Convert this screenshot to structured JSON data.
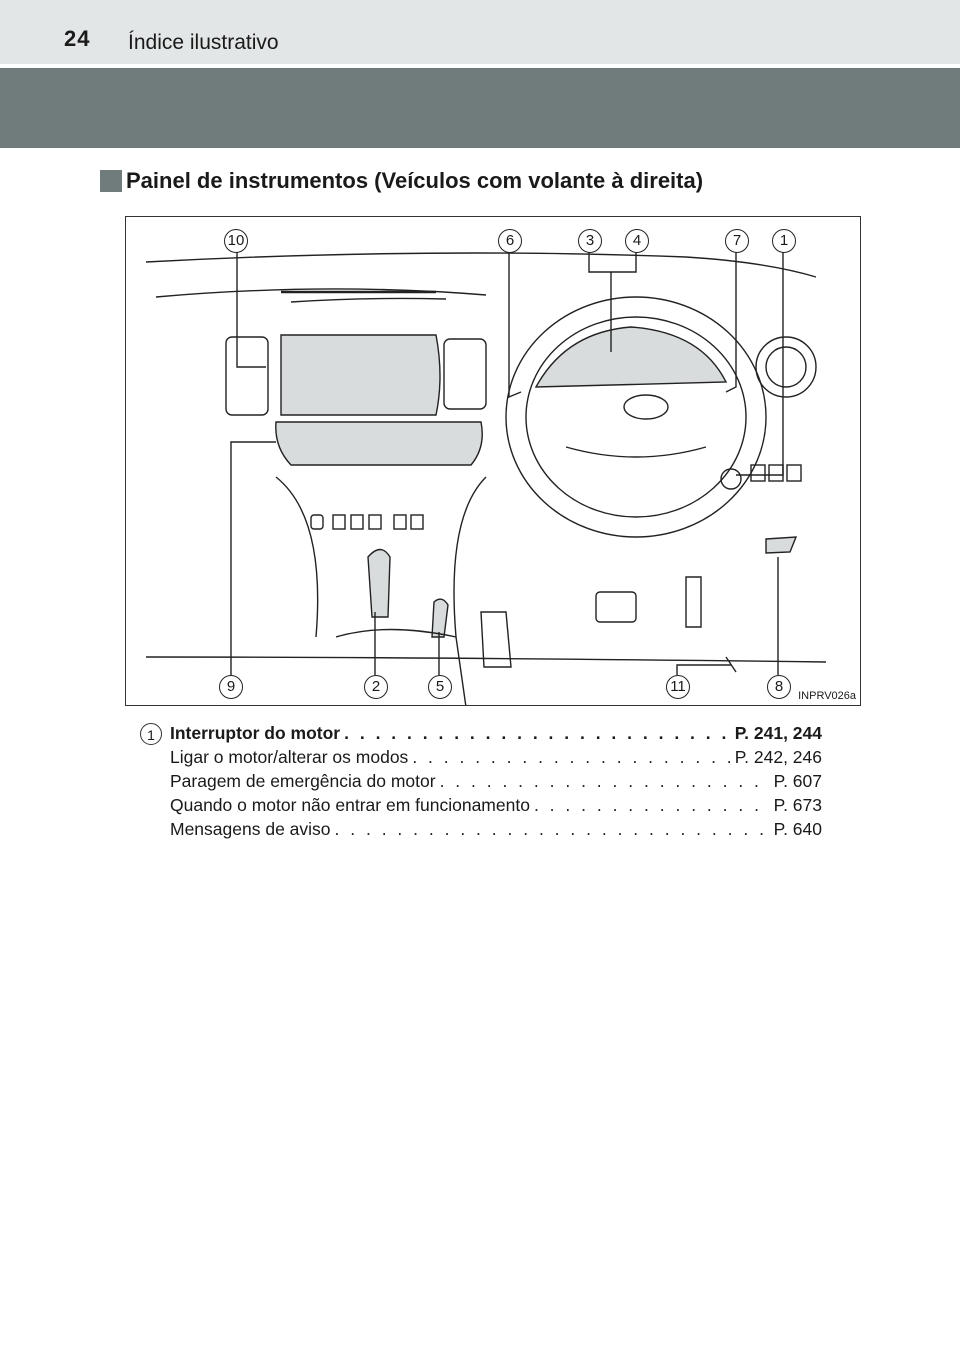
{
  "header": {
    "page_number": "24",
    "section": "Índice ilustrativo"
  },
  "heading": "Painel de instrumentos (Veículos com volante à direita)",
  "figure": {
    "code": "INPRV026a",
    "callouts": [
      "10",
      "6",
      "3",
      "4",
      "7",
      "1",
      "9",
      "2",
      "5",
      "11",
      "8"
    ]
  },
  "entry": {
    "number": "1",
    "title": "Interruptor do motor",
    "title_ref": "P. 241, 244",
    "items": [
      {
        "label": "Ligar o motor/alterar os modos",
        "ref": "P. 242, 246"
      },
      {
        "label": "Paragem de emergência do motor",
        "ref": "P. 607"
      },
      {
        "label": "Quando o motor não entrar em funcionamento",
        "ref": "P. 673"
      },
      {
        "label": "Mensagens de aviso",
        "ref": "P. 640"
      }
    ]
  },
  "colors": {
    "band": "#6f7c7b",
    "topbar": "#e3e6e6",
    "highlight": "#d8dcdc"
  }
}
